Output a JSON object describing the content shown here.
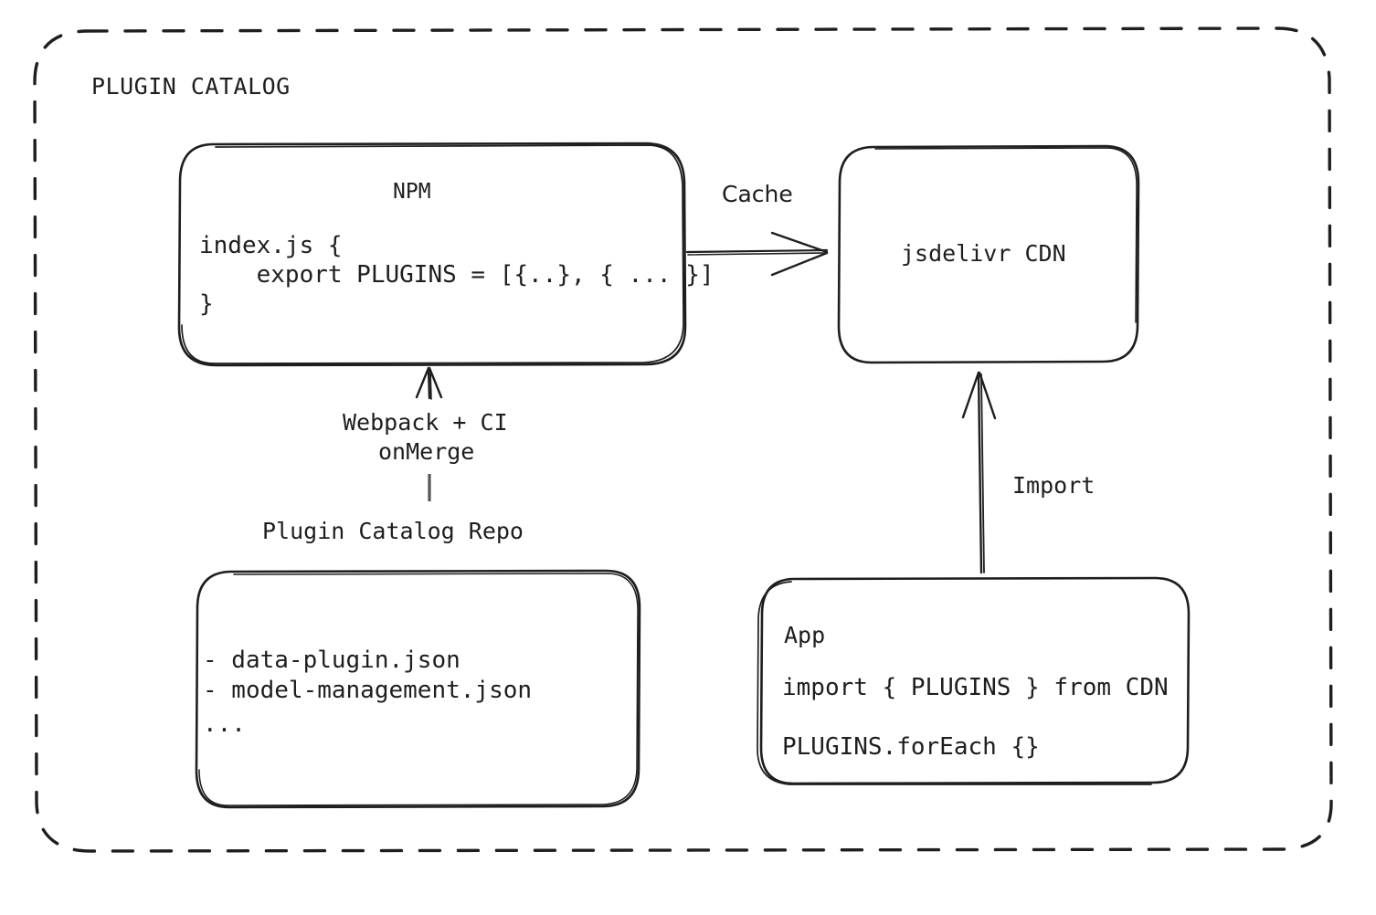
{
  "diagram": {
    "title": "PLUGIN CATALOG",
    "background_color": "#ffffff",
    "stroke_color": "#1e1e1e",
    "style": "hand-drawn sketch (excalidraw-like)",
    "nodes": {
      "npm": {
        "title": "NPM",
        "code_lines": [
          "index.js {",
          "    export PLUGINS = [{..}, { ... }]",
          "}"
        ]
      },
      "cdn": {
        "title": "jsdelivr CDN"
      },
      "repo": {
        "caption": "Plugin Catalog Repo",
        "items": [
          "- data-plugin.json",
          "- model-management.json",
          "..."
        ]
      },
      "app": {
        "title": "App",
        "code_lines": [
          "import { PLUGINS } from CDN",
          "PLUGINS.forEach {}"
        ]
      }
    },
    "edges": {
      "cache": {
        "label": "Cache",
        "from": "npm",
        "to": "cdn",
        "direction": "right"
      },
      "build": {
        "label_line_1": "Webpack + CI",
        "label_line_2": "onMerge",
        "from": "repo",
        "to": "npm",
        "direction": "up"
      },
      "import": {
        "label": "Import",
        "from": "app",
        "to": "cdn",
        "direction": "up"
      }
    }
  }
}
